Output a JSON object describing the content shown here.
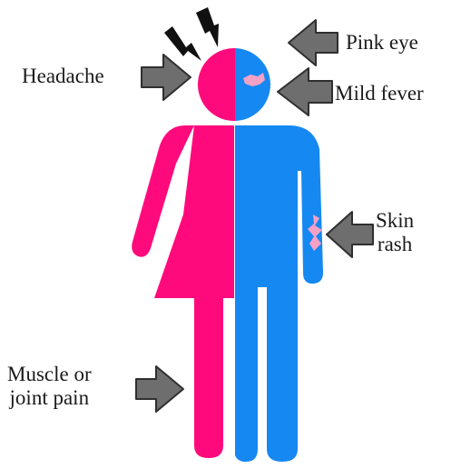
{
  "symptoms": {
    "headache": "Headache",
    "pink_eye": "Pink eye",
    "mild_fever": "Mild fever",
    "skin_rash": [
      "Skin",
      "rash"
    ],
    "muscle_joint_pain": [
      "Muscle or",
      "joint pain"
    ]
  },
  "colors": {
    "female_half": "#ff0a7c",
    "male_half": "#1688f1",
    "arrow_fill": "#6e6e6e",
    "arrow_stroke": "#2f2f2f",
    "rash_spots": "#f4a1c6",
    "lightning": "#111111"
  },
  "icons": [
    "lightning-bolt-icon",
    "arrow-right-icon",
    "arrow-left-icon"
  ]
}
